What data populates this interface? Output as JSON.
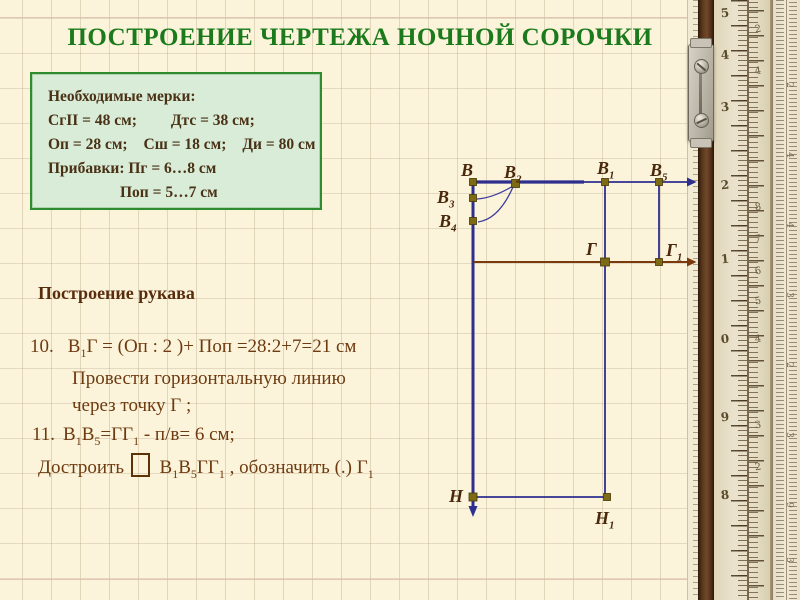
{
  "title": "ПОСТРОЕНИЕ ЧЕРТЕЖА НОЧНОЙ СОРОЧКИ",
  "colors": {
    "title_green": "#1b7a1b",
    "box_background": "#d8ecd8",
    "box_border": "#2e8b2e",
    "body_text_brown": "#6e3a10",
    "drawing_line_navy": "#2e2e8e",
    "chest_line_brown": "#7a3a0e",
    "point_marker_olive": "#7d6a14",
    "slide_background": "#fbf4db"
  },
  "measurements_box": {
    "heading": "Необходимые мерки:",
    "row1a": "СгII = 48 см;",
    "row1b": "Дтс = 38 см;",
    "row2a": "Оп = 28 см;",
    "row2b": "Сш = 18 см;",
    "row2c": "Ди = 80 см",
    "row3": "Прибавки: Пг = 6…8 см",
    "row4": "Поп = 5…7 см"
  },
  "sleeve_section": {
    "heading": "Построение рукава",
    "step10": {
      "num": "10.",
      "formula": [
        {
          "t": "В"
        },
        {
          "sub": "1"
        },
        {
          "t": "Г = (Оп : 2 )+ Поп =28:2+7=21 см"
        }
      ],
      "note1": "Провести горизонтальную линию",
      "note2": "через точку Г ;"
    },
    "step11": {
      "num": "11.",
      "formula": [
        {
          "t": "В"
        },
        {
          "sub": "1"
        },
        {
          "t": "В"
        },
        {
          "sub": "5"
        },
        {
          "t": "=ГГ"
        },
        {
          "sub": "1"
        },
        {
          "t": " - п/в= 6 см;"
        }
      ],
      "note": [
        {
          "t": "Достроить "
        },
        {
          "rect": true
        },
        {
          "t": " В"
        },
        {
          "sub": "1"
        },
        {
          "t": "В"
        },
        {
          "sub": "5"
        },
        {
          "t": "ГГ"
        },
        {
          "sub": "1"
        },
        {
          "t": " , обозначить (.) Г"
        },
        {
          "sub": "1"
        }
      ]
    }
  },
  "drawing": {
    "labels": {
      "B": {
        "base": "В",
        "sub": ""
      },
      "B2": {
        "base": "В",
        "sub": "2"
      },
      "B1": {
        "base": "В",
        "sub": "1"
      },
      "B5": {
        "base": "В",
        "sub": "5"
      },
      "B3": {
        "base": "В",
        "sub": "3"
      },
      "B4": {
        "base": "В",
        "sub": "4"
      },
      "G": {
        "base": "Г",
        "sub": ""
      },
      "G1": {
        "base": "Г",
        "sub": "1"
      },
      "N": {
        "base": "Н",
        "sub": ""
      },
      "N1": {
        "base": "Н",
        "sub": "1"
      }
    }
  },
  "ruler_photo": {
    "left_numbers": [
      "5",
      "4",
      "3",
      "2",
      "1",
      "0",
      "9",
      "8"
    ],
    "mid_numbers": [
      "2",
      "4",
      "8",
      "7",
      "6",
      "5",
      "4",
      "3",
      "2"
    ],
    "right_numbers": [
      "2",
      "4",
      "4",
      "3",
      "2",
      "3",
      "9",
      "3"
    ]
  }
}
